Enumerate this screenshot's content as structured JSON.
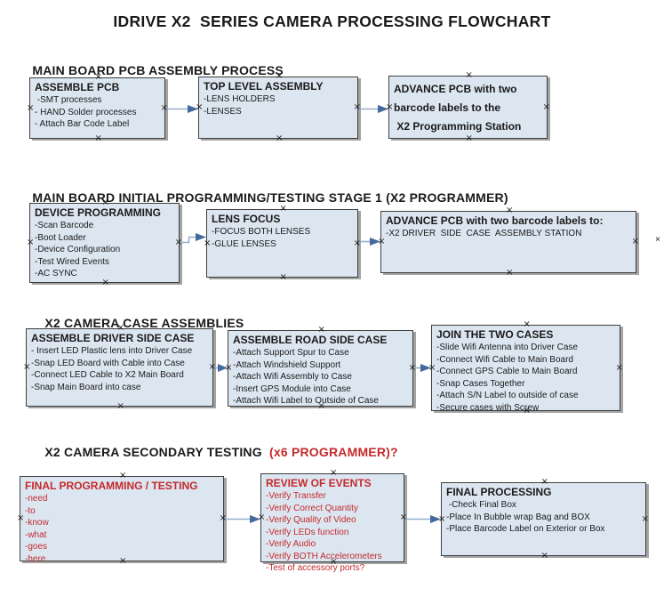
{
  "title": "IDRIVE X2  SERIES CAMERA PROCESSING FLOWCHART",
  "icons": {
    "connection_point": "×"
  },
  "colors": {
    "box_fill": "#dce6f1",
    "box_border": "#3e3e3e",
    "shadow": "#a3a3a3",
    "accent_red": "#c4292b",
    "arrow_line": "#95afcc",
    "arrow_head": "#44699c",
    "text": "#1a1a1a"
  },
  "sections": [
    {
      "heading": "MAIN BOARD PCB ASSEMBLY PROCESS",
      "boxes": [
        {
          "title": "ASSEMBLE PCB",
          "items": [
            " -SMT processes",
            "- HAND Solder processes",
            "- Attach Bar Code Label"
          ]
        },
        {
          "title": "TOP LEVEL ASSEMBLY",
          "items": [
            "-LENS HOLDERS",
            "-LENSES"
          ]
        },
        {
          "title": "",
          "items": [
            "ADVANCE PCB with two",
            "barcode labels to the",
            " X2 Programming Station"
          ]
        }
      ]
    },
    {
      "heading": "MAIN BOARD INITIAL PROGRAMMING/TESTING STAGE 1 (X2 PROGRAMMER)",
      "boxes": [
        {
          "title": "DEVICE PROGRAMMING",
          "items": [
            "-Scan Barcode",
            "-Boot Loader",
            "-Device Configuration",
            "-Test Wired Events",
            "-AC SYNC"
          ]
        },
        {
          "title": "LENS FOCUS",
          "items": [
            "-FOCUS BOTH LENSES",
            "-GLUE LENSES"
          ]
        },
        {
          "title": "ADVANCE PCB with two barcode labels to:",
          "items": [
            "-X2 DRIVER  SIDE  CASE  ASSEMBLY STATION"
          ]
        }
      ]
    },
    {
      "heading": "X2 CAMERA CASE ASSEMBLIES",
      "boxes": [
        {
          "title": "ASSEMBLE DRIVER SIDE CASE",
          "items": [
            "- Insert LED Plastic lens into Driver Case",
            "-Snap LED Board with Cable into Case",
            "-Connect LED Cable to X2 Main Board",
            "-Snap Main Board into case"
          ]
        },
        {
          "title": "ASSEMBLE ROAD SIDE CASE",
          "items": [
            "-Attach Support Spur to Case",
            "-Attach Windshield Support",
            "-Attach Wifi Assembly to Case",
            "-Insert GPS Module into Case",
            "-Attach Wifi Label to Outside of Case"
          ]
        },
        {
          "title": "JOIN THE TWO CASES",
          "items": [
            "-Slide Wifi Antenna into Driver Case",
            "-Connect Wifi Cable to Main Board",
            "-Connect GPS Cable to Main Board",
            "-Snap Cases Together",
            "-Attach S/N Label to outside of case",
            "-Secure cases with Screw"
          ]
        }
      ]
    },
    {
      "heading": "X2 CAMERA SECONDARY TESTING  ",
      "heading_red": "(x6 PROGRAMMER)?",
      "boxes": [
        {
          "title": "FINAL PROGRAMMING / TESTING",
          "items": [
            "-need",
            "-to",
            "-know",
            "-what",
            "-goes",
            "-here"
          ]
        },
        {
          "title": "REVIEW OF EVENTS",
          "items": [
            "-Verify Transfer",
            "-Verify Correct Quantity",
            "-Verify Quality of Video",
            "-Verify LEDs function",
            "-Verify Audio",
            "-Verify BOTH Accelerometers",
            "-Test of accessory ports?"
          ]
        },
        {
          "title": "FINAL PROCESSING",
          "items": [
            " -Check Final Box",
            "-Place In Bubble wrap Bag and BOX",
            "-Place Barcode Label on Exterior or Box"
          ]
        }
      ]
    }
  ]
}
